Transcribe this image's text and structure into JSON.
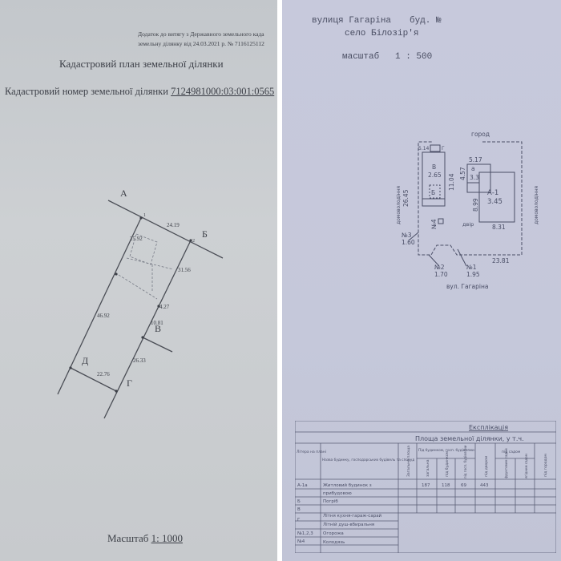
{
  "left_page": {
    "annex_line1": "Додаток до витягу з Державного земельного када",
    "annex_line2": "земельну ділянку від 24.03.2021 р. № 7116125112",
    "title": "Кадастровий план земельної ділянки",
    "cadastral_label": "Кадастровий номер земельної ділянки",
    "cadastral_number": "7124981000:03:001:0565",
    "plan": {
      "corner_labels": [
        "А",
        "Б",
        "В",
        "Г",
        "Д"
      ],
      "point_numbers": [
        "1",
        "2"
      ],
      "lengths": [
        "24.19",
        "25.92",
        "31.56",
        "46.92",
        "4.27",
        "10.81",
        "26.33",
        "22.76"
      ]
    },
    "scale_label": "Масштаб",
    "scale_value": "1: 1000"
  },
  "right_page": {
    "street": "вулиця Гагаріна",
    "building_no": "буд. №",
    "village": "село Білозір'я",
    "scale_label": "масштаб",
    "scale_value": "1 : 500",
    "plan": {
      "top_label": "город",
      "bottom_label": "вул. Гагаріна",
      "side_label": "домоволодіння",
      "yard_label": "двір",
      "labels": {
        "g_size": "5.14",
        "g": "Г",
        "v": "В",
        "v_size": "2.65",
        "b": "Б",
        "len_11_04": "11.04",
        "len_5_17": "5.17",
        "len_4_57": "4.57",
        "len_3_3": "3.3",
        "a_small": "а",
        "a1": "А-1",
        "a1_size": "3.45",
        "len_8_31": "8.31",
        "len_8_99": "8.99",
        "left_len": "26.45",
        "n4": "№4",
        "n3": "№3",
        "n3_len": "1.60",
        "n2": "№2",
        "n2_len": "1.70",
        "n1": "№1",
        "n1_len": "1.95",
        "bottom_len": "23.81"
      }
    },
    "table": {
      "title": "Експлікація",
      "subtitle": "Площа земельної ділянки, у т.ч.",
      "headers": {
        "letter": "Літера на плані",
        "name": "Назва будинку, господарських будівель та споруд",
        "total": "Загальна площа",
        "under_buildings": "Під будинком, госп. будівлями",
        "sub_total": "загальна",
        "sub_house": "під будинком",
        "sub_outbuildings": "під госп. будівлями",
        "yard": "під двором",
        "garden": "під садом",
        "fruit": "фруктовим садом",
        "berry": "ягідним садом",
        "vegetable": "під городом"
      },
      "rows": [
        {
          "letter": "А-1а",
          "name": "Житловий будинок з",
          "values": [
            "",
            "187",
            "118",
            "69",
            "443",
            "",
            "",
            ""
          ]
        },
        {
          "letter": "",
          "name": "прибудовою",
          "values": [
            "",
            "",
            "",
            "",
            "",
            "",
            "",
            ""
          ]
        },
        {
          "letter": "Б",
          "name": "Погріб",
          "values": [
            "",
            "",
            "",
            "",
            "",
            "",
            "",
            ""
          ]
        },
        {
          "letter": "В",
          "name": "Літня кухня-гараж-сарай",
          "values": []
        },
        {
          "letter": "Г",
          "name": "Літній душ-вбиральня",
          "values": []
        },
        {
          "letter": "№1,2,3",
          "name": "Огорожа",
          "values": []
        },
        {
          "letter": "№4",
          "name": "Колодязь",
          "values": []
        }
      ]
    }
  }
}
